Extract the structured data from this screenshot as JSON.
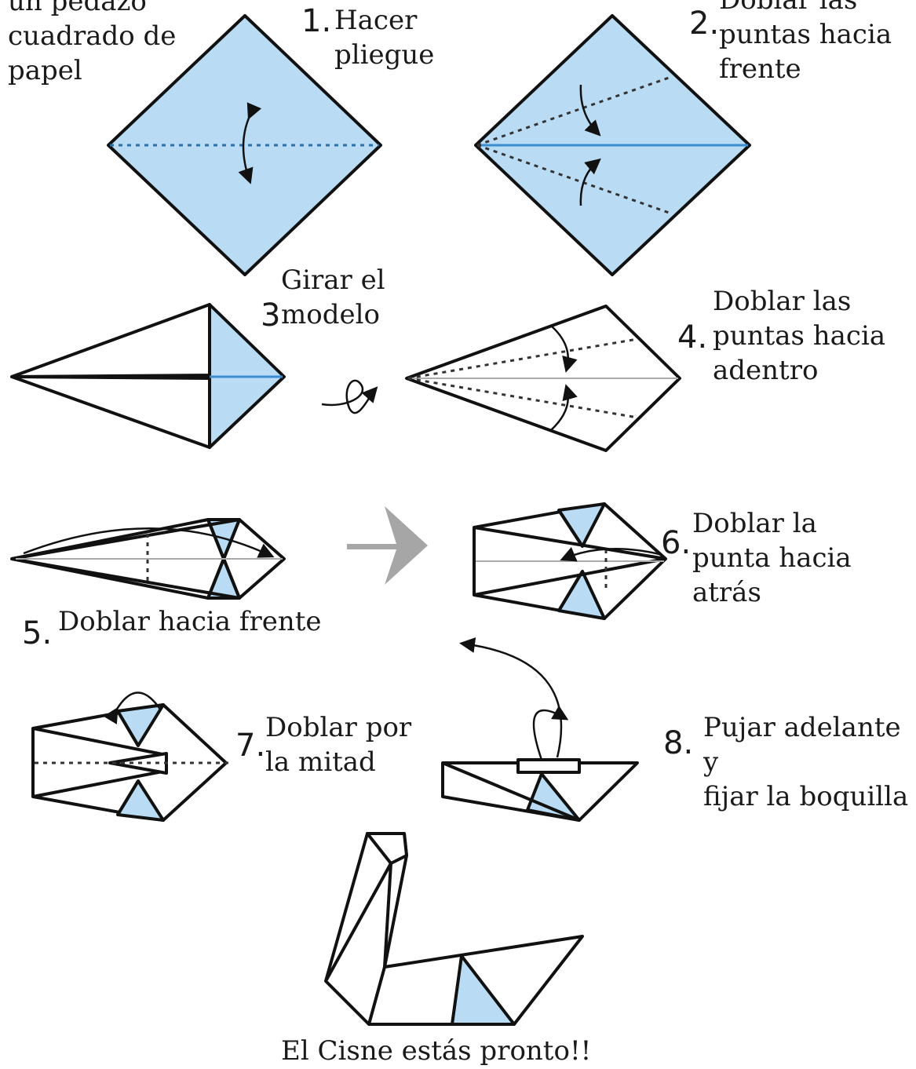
{
  "intro": "un pedazo\ncuadrado de\npapel",
  "steps": [
    {
      "number": "1.",
      "label": "Hacer\npliegue"
    },
    {
      "number": "2.",
      "label": "Doblar las\npuntas hacia\nfrente"
    },
    {
      "number": "3",
      "label": "Girar el\n modelo"
    },
    {
      "number": "4.",
      "label": "Doblar las\npuntas hacia\nadentro"
    },
    {
      "number": "5.",
      "label": "Doblar hacia frente"
    },
    {
      "number": "6.",
      "label": "Doblar la\npunta hacia\natrás"
    },
    {
      "number": "7.",
      "label": "Doblar por\nla mitad"
    },
    {
      "number": "8.",
      "label": "Pujar adelante y\nfijar la boquilla"
    }
  ],
  "final_caption": "El Cisne estás pronto!!",
  "colors": {
    "paper": "#b9dcf4",
    "outline": "#111111",
    "arrow_grey": "#a6a6a6",
    "fold_blue": "#3a8dd0"
  }
}
